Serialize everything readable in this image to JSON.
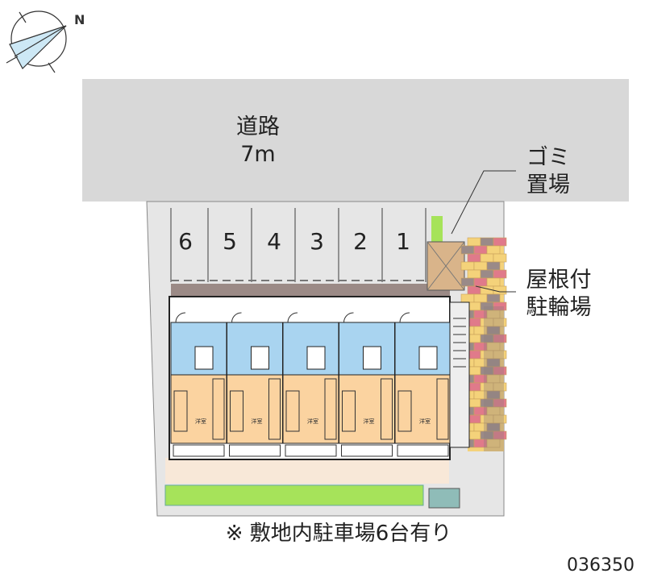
{
  "compass": {
    "label": "N",
    "icon": "north-arrow-icon"
  },
  "road": {
    "name": "道路",
    "width": "7m"
  },
  "parking": {
    "stalls": [
      "6",
      "5",
      "4",
      "3",
      "2",
      "1"
    ]
  },
  "labels": {
    "garbage": [
      "ゴミ",
      "置場"
    ],
    "bicycle": [
      "屋根付",
      "駐輪場"
    ]
  },
  "units": {
    "count": 5,
    "room_label": "洋室"
  },
  "caption": "※ 敷地内駐車場6台有り",
  "code": "036350",
  "colors": {
    "road": "#d8d8d8",
    "lot": "#e6e6e6",
    "wet": "#a9d4f0",
    "room": "#fbd3a0",
    "green": "#a6e35a",
    "ground": "#f8e8d8"
  }
}
